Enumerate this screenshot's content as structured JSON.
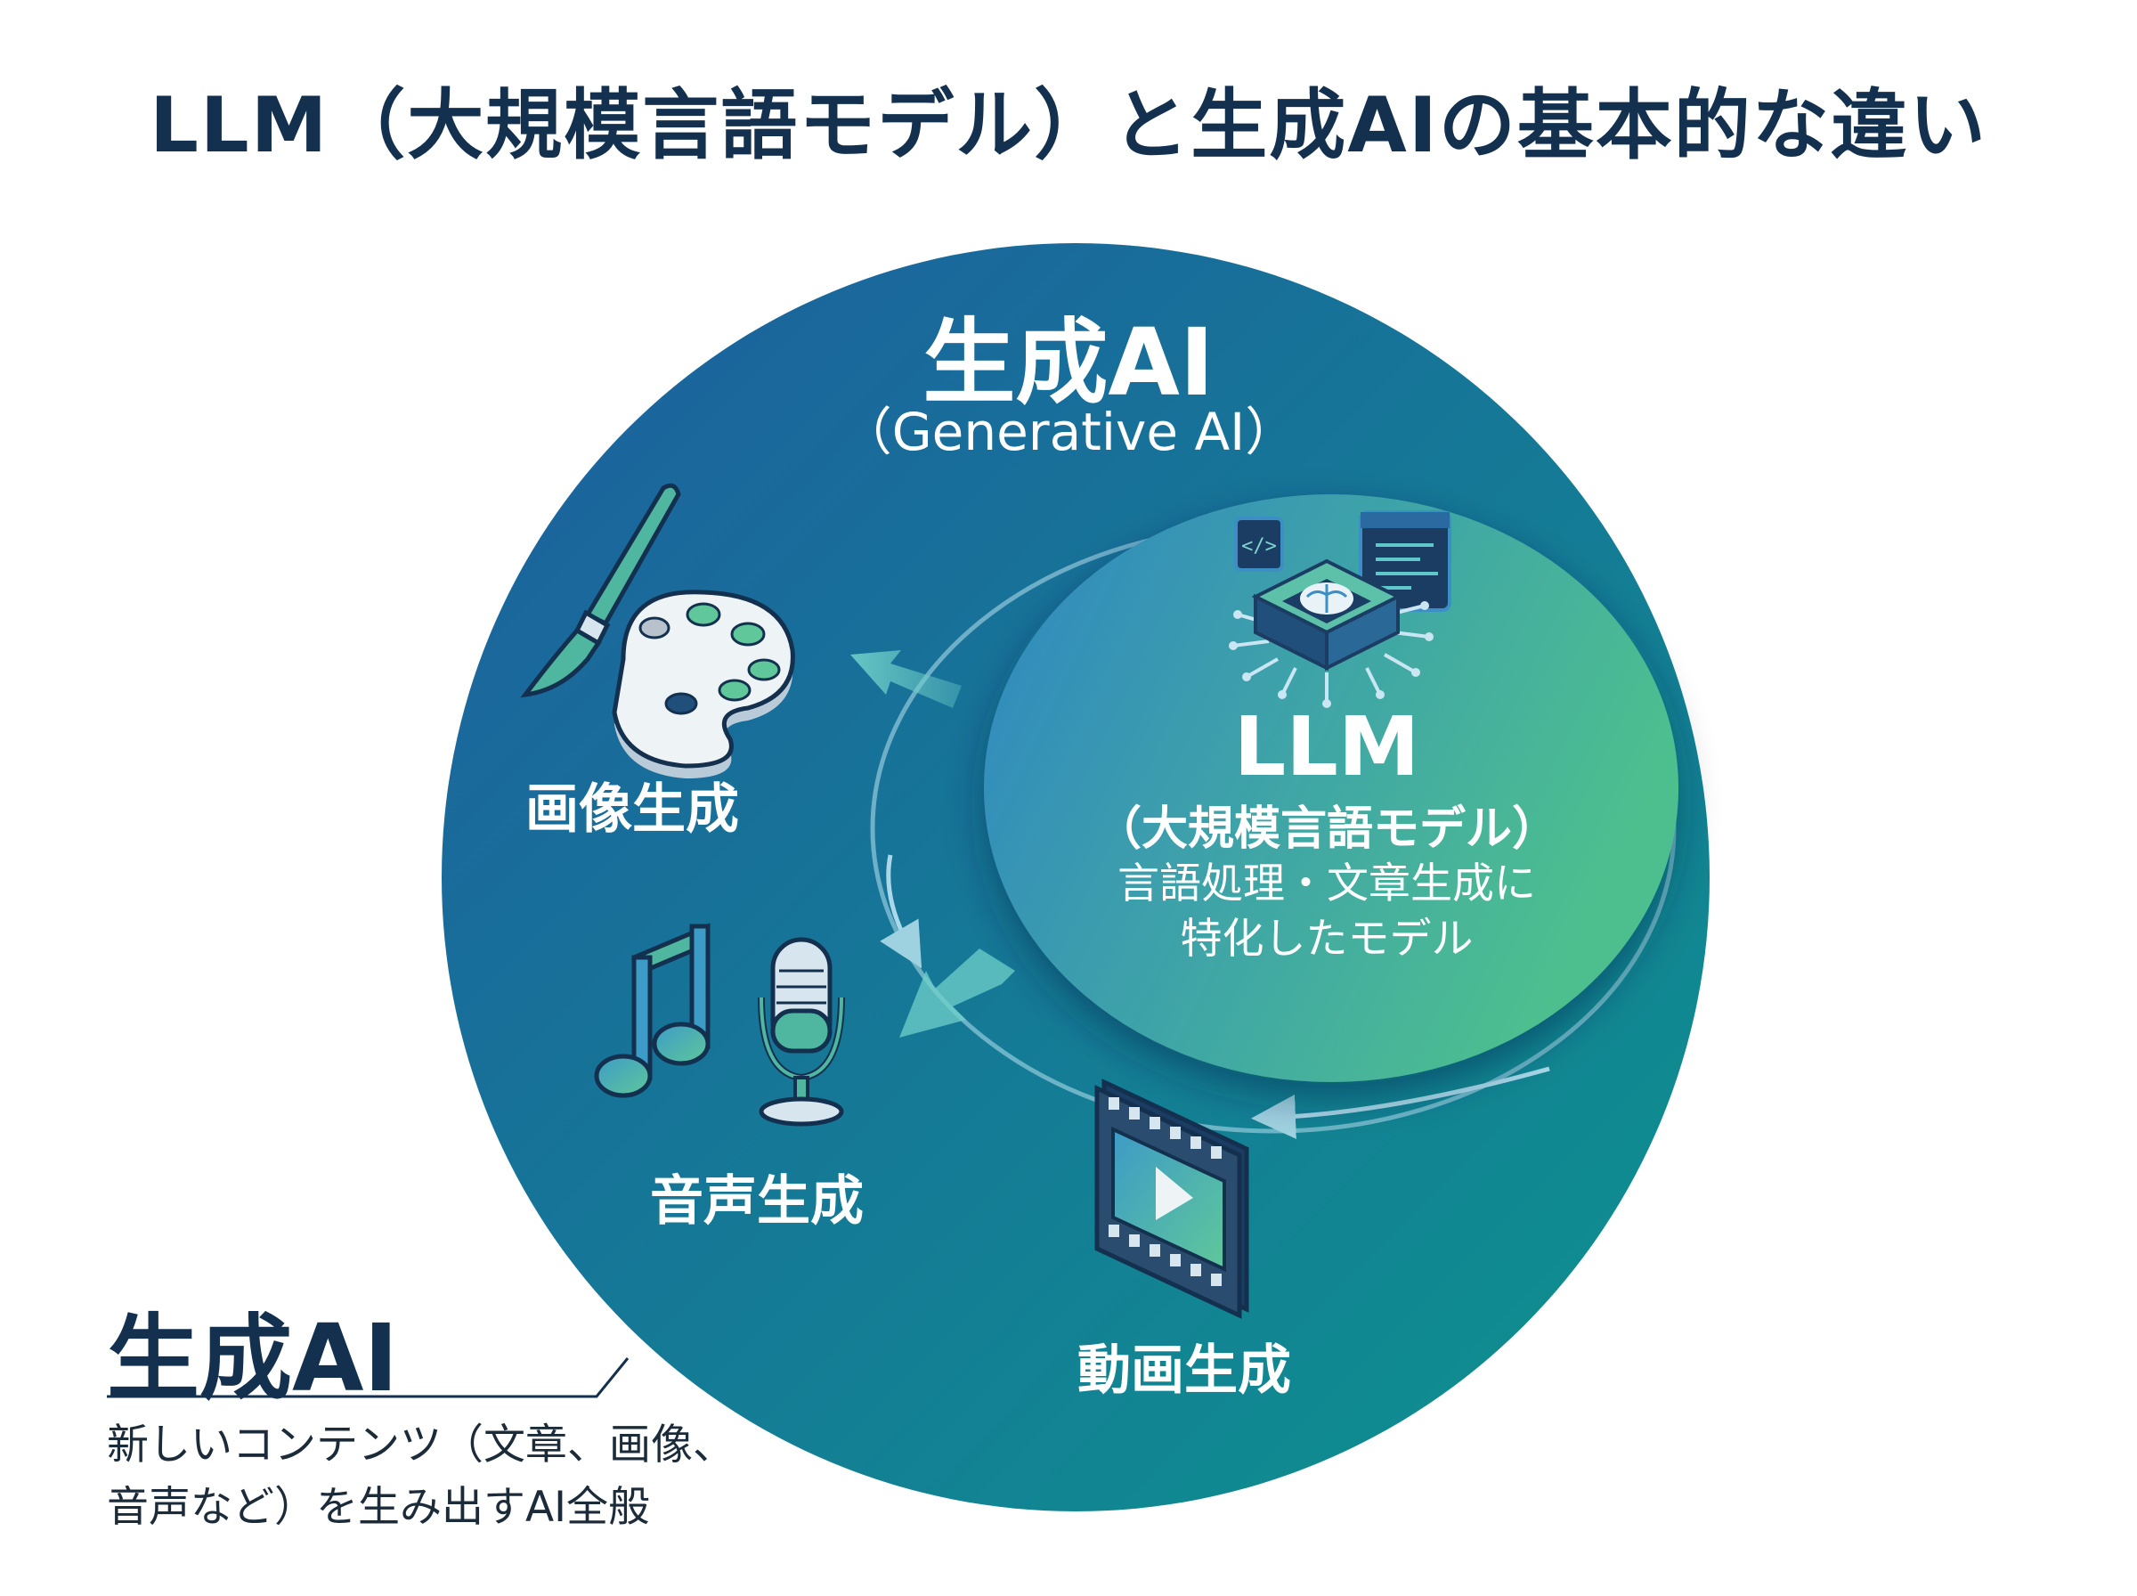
{
  "title": "LLM（大規模言語モデル）と生成AIの基本的な違い",
  "generative_ai": {
    "title": "生成AI",
    "subtitle": "（Generative AI）"
  },
  "llm": {
    "title": "LLM",
    "subtitle": "（大規模言語モデル）",
    "description_line1": "言語処理・文章生成に",
    "description_line2": "特化したモデル"
  },
  "outputs": {
    "image": "画像生成",
    "audio": "音声生成",
    "video": "動画生成"
  },
  "callout": {
    "title": "生成AI",
    "line1": "新しいコンテンツ（文章、画像、",
    "line2": "音声など）を生み出すAI全般"
  },
  "icons": [
    "paintbrush-icon",
    "palette-icon",
    "chip-brain-icon",
    "code-window-icon",
    "music-note-icon",
    "microphone-icon",
    "film-strip-icon",
    "play-icon"
  ],
  "colors": {
    "title": "#14304f",
    "outer_circle_start": "#1d5e9f",
    "outer_circle_end": "#0d938e",
    "llm_circle_start": "#2f86c2",
    "llm_circle_end": "#4dbf8f"
  }
}
